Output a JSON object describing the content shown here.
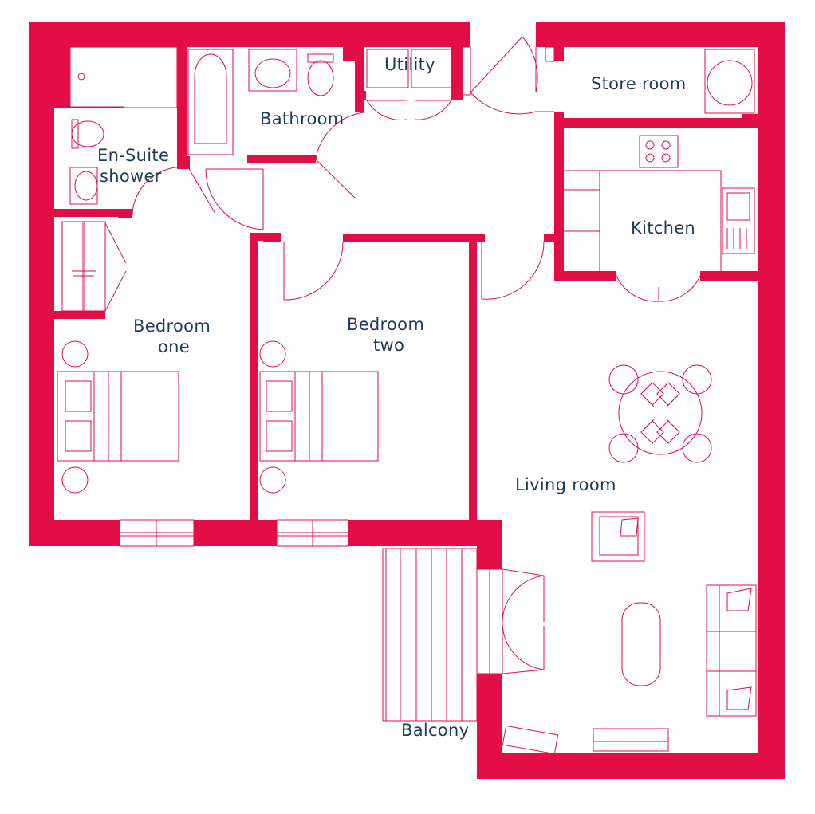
{
  "colors": {
    "wall": "#e30d48",
    "line": "#e30d48",
    "label": "#1f3a5a",
    "background": "#ffffff"
  },
  "rooms": {
    "utility": "Utility",
    "store_room": "Store room",
    "bathroom": "Bathroom",
    "ensuite_line1": "En-Suite",
    "ensuite_line2": "shower",
    "kitchen": "Kitchen",
    "bedroom_one_line1": "Bedroom",
    "bedroom_one_line2": "one",
    "bedroom_two_line1": "Bedroom",
    "bedroom_two_line2": "two",
    "living_room": "Living room",
    "balcony": "Balcony"
  }
}
